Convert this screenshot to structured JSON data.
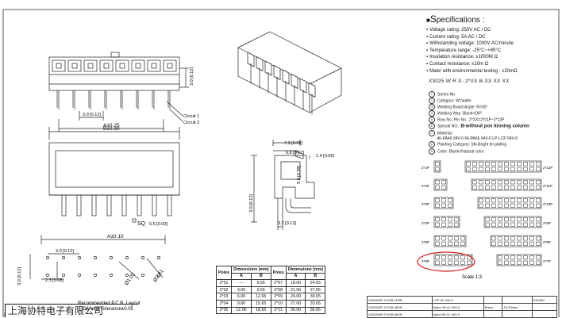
{
  "drawing": {
    "front": {
      "dim_pitch": "3.0 [0.12]",
      "dim_width": "A±0.25",
      "dim_height": "3.0 [0.12]",
      "circuit_1": "Circuit 1",
      "circuit_2": "Circuit 2"
    },
    "side_front": {
      "dim_width": "B±0.30",
      "sq_label": "SQ",
      "sq_value": "0.6 [0.03]"
    },
    "pcb": {
      "dim_width": "A±0.10",
      "dim_pitch": "3.0 [0.12]",
      "dim_row": "3.0 [0.12]",
      "dim_edge": "2.3 [0.08]",
      "hole_small": "Ø1.02",
      "hole_large": "Ø2.41",
      "title": "Recommended P.C.B. Layout",
      "subtitle": "General Tolerance±0.05"
    },
    "side": {
      "dim_top": "7.3 [0.29]",
      "dim_mid": "6.8 [0.27]",
      "dim_right": "1.4 [0.05]",
      "dim_vertical": "9.6 [0.38]",
      "dim_lower": "3.0 [0.12]",
      "dim_bottom": "3.2 [0.13]"
    }
  },
  "specs": {
    "title_prefix": "S",
    "title": "pecifications :",
    "items": [
      "Voltage rating: 250V AC / DC",
      "Current rating: 5A  AC / DC",
      "Withstanding voltage: 1000V AC/minute",
      "Temperature range: -25°C~+85°C",
      "Insulation resistance:  ≥1000M Ω",
      "Contact resistance:  ≤10m Ω",
      "Mate/ with environmental testing  :  ≤20mΩ"
    ]
  },
  "code": {
    "header": "X3025 W R  X- 2*XX  B-XX XX XX",
    "items": [
      {
        "n": "1",
        "t": "Series No."
      },
      {
        "n": "2",
        "t": "Category:   W=wafer"
      },
      {
        "n": "3",
        "t": "Welding Board Angle:  R=90°"
      },
      {
        "n": "4",
        "t": "Welding Way:  Blank=DIP"
      },
      {
        "n": "5",
        "t": "Row No.-Pin No.:  2*XX=2*01P~2*12P"
      },
      {
        "n": "6",
        "t": "Special NO.:  ",
        "em": "B-without pos itioning column"
      },
      {
        "n": "7",
        "t": "Material:"
      },
      {
        "n": "",
        "t": "  46-PA46 94V-0  66-PA66 94V-0  LP-LCP 94V-0"
      },
      {
        "n": "8",
        "t": "Planting Category:  SN-Bright tin plating"
      },
      {
        "n": "9",
        "t": "Color:  Blank=Natural color"
      }
    ]
  },
  "layouts": {
    "labels": [
      "2*1P",
      "2*12P",
      "2*2P",
      "2*11P",
      "2*3P",
      "2*10P",
      "2*4P",
      "2*9P",
      "2*5P",
      "2*8P",
      "2*6P",
      "2*7P"
    ],
    "scale": "Scale 1:3",
    "highlighted": "2*6P"
  },
  "dimension_table": {
    "h_poles": "Poles",
    "h_dims": "Dimensions (mm)",
    "h_a": "A",
    "h_b": "B",
    "rows": [
      {
        "p1": "2*01",
        "a1": "—",
        "b1": "6.65",
        "p2": "2*07",
        "a2": "18.00",
        "b2": "24.65"
      },
      {
        "p1": "2*02",
        "a1": "3.00",
        "b1": "9.65",
        "p2": "2*08",
        "a2": "21.00",
        "b2": "27.65"
      },
      {
        "p1": "2*03",
        "a1": "6.00",
        "b1": "12.65",
        "p2": "2*09",
        "a2": "24.00",
        "b2": "30.65"
      },
      {
        "p1": "2*04",
        "a1": "9.00",
        "b1": "15.65",
        "p2": "2*10",
        "a2": "27.00",
        "b2": "33.65"
      },
      {
        "p1": "2*05",
        "a1": "12.00",
        "b1": "18.65",
        "p2": "2*11",
        "a2": "30.00",
        "b2": "36.65"
      }
    ]
  },
  "order_table": {
    "rows": [
      {
        "pn": "X3025WR-2*XXB-LP9N",
        "mat": "LCP UL 94V-0",
        "plate": "",
        "c4": "",
        "c5": "X3025H"
      },
      {
        "pn": "X3025WR-2*XXB-46SN",
        "mat": "Nylon 46 UL 94V-0",
        "plate": "Brass",
        "c4": "Tin Plated",
        "c5": ""
      },
      {
        "pn": "X3025WR-2*XXB-66SN",
        "mat": "Nylon 66 UL 94V-0",
        "plate": "",
        "c4": "",
        "c5": ""
      }
    ]
  },
  "stamp_text": "上海协特电子有限公司"
}
